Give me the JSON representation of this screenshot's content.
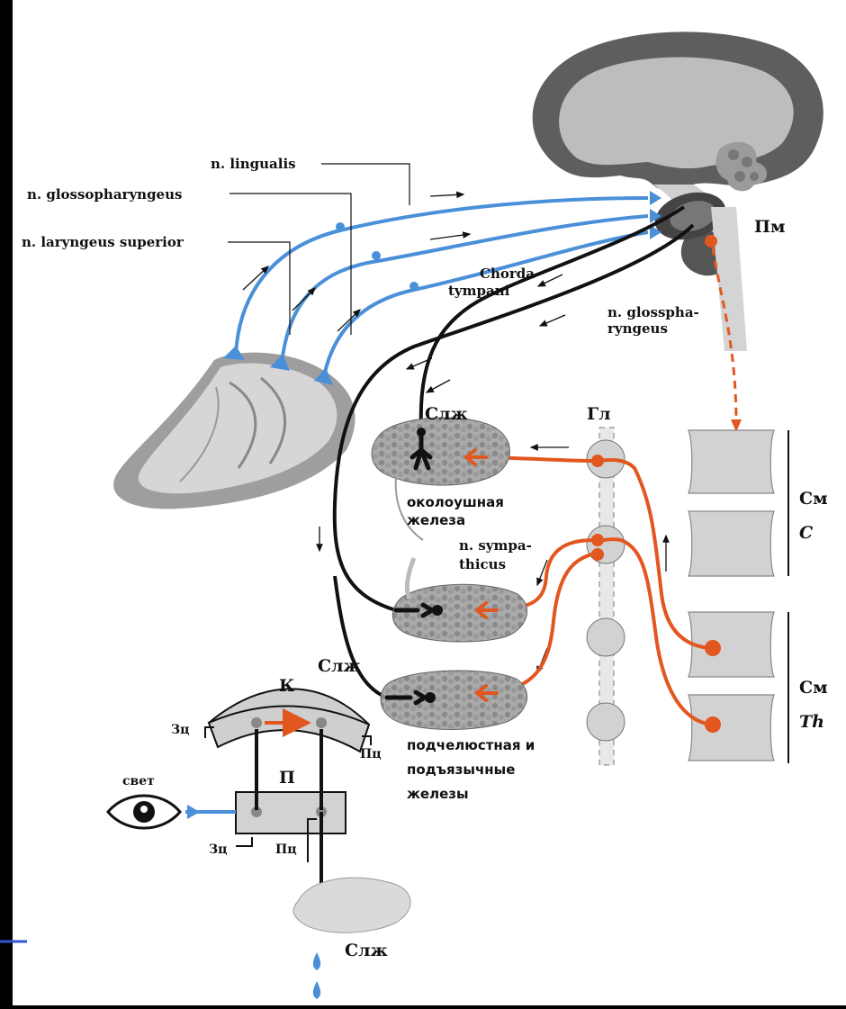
{
  "colors": {
    "background": "#000000",
    "panel": "#ffffff",
    "afferent": "#4a90d9",
    "parasympathetic": "#111111",
    "sympathetic": "#e2571f",
    "tissue": "#c8c8c8",
    "accent_edge": "#3355cc"
  },
  "labels": {
    "n_lingualis": "n. lingualis",
    "n_glossopharyngeus": "n. glossopharyngeus",
    "n_laryngeus_superior": "n. laryngeus superior",
    "chorda_line1": "Chorda",
    "chorda_line2": "tympani",
    "glosspha_line1": "n. glosspha-",
    "glosspha_line2": "ryngeus",
    "pm": "Пм",
    "slzh_top": "Слж",
    "gl": "Гл",
    "sm1": "См",
    "c": "C",
    "parotid_line1": "околоушная",
    "parotid_line2": "железа",
    "sympa_line1": "n. sympa-",
    "sympa_line2": "thicus",
    "slzh_mid": "Слж",
    "k": "К",
    "sm2": "См",
    "th": "Th",
    "zc_top": "Зц",
    "pc_top": "Пц",
    "p": "П",
    "submand_line1": "подчелюстная и",
    "submand_line2": "подъязычные",
    "submand_line3": "железы",
    "svet": "свет",
    "zc_bottom": "Зц",
    "pc_bottom": "Пц",
    "slzh_bottom": "Слж"
  },
  "icons": {
    "brain": "brain-sagittal-icon",
    "tongue": "tongue-icon",
    "eye": "eye-icon",
    "drops": "saliva-drops-icon"
  }
}
